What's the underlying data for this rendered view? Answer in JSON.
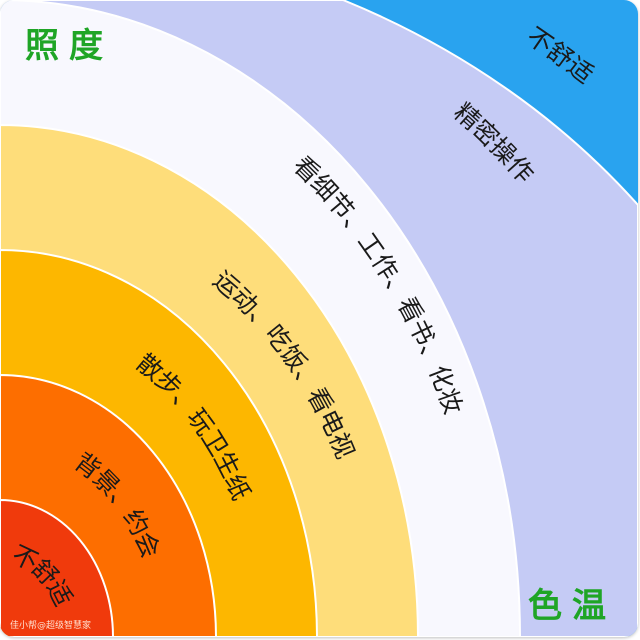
{
  "titles": {
    "illuminance": "照度",
    "color_temperature": "色温"
  },
  "watermark": "佳小帮@超级智慧家",
  "bands": [
    {
      "label": "不舒适",
      "color": "#f03a0c"
    },
    {
      "label": "背景、约会",
      "color": "#fd6e00"
    },
    {
      "label": "散步、玩卫生纸",
      "color": "#fdb700"
    },
    {
      "label": "运动、吃饭、看电视",
      "color": "#fedd7a"
    },
    {
      "label": "看细节、工作、看书、化妆",
      "color": "#f8f8fe"
    },
    {
      "label": "精密操作",
      "color": "#c5cbf5"
    },
    {
      "label": "不舒适",
      "color": "#29a3ef"
    }
  ]
}
